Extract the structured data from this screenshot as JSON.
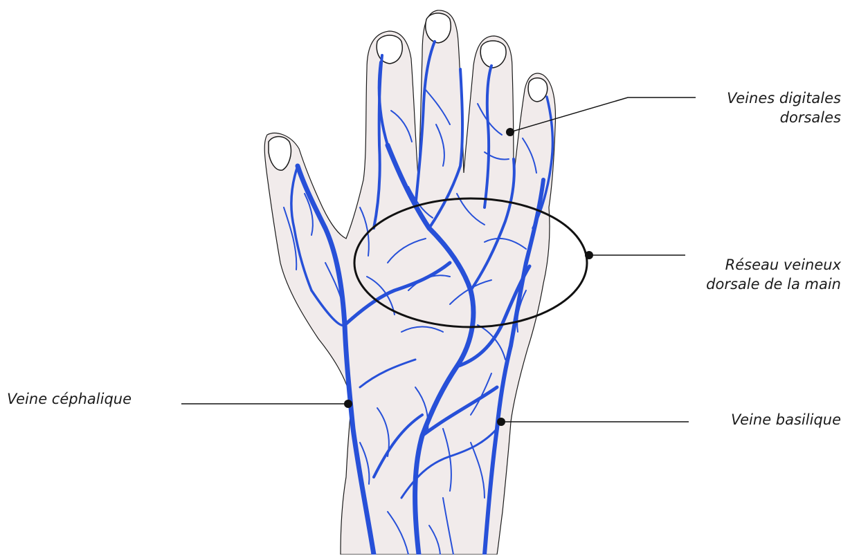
{
  "labels": {
    "dorsal_digital": {
      "line1": "Veines digitales",
      "line2": "dorsales"
    },
    "dorsal_network": {
      "line1": "Réseau veineux",
      "line2": "dorsale de la main"
    },
    "cephalic": "Veine céphalique",
    "basilic": "Veine basilique"
  },
  "colors": {
    "skin": "#f1ebeb",
    "vein": "#2750d8",
    "vein_dark": "#1f3fb0",
    "outline": "#1a1a1a",
    "background": "#ffffff"
  }
}
